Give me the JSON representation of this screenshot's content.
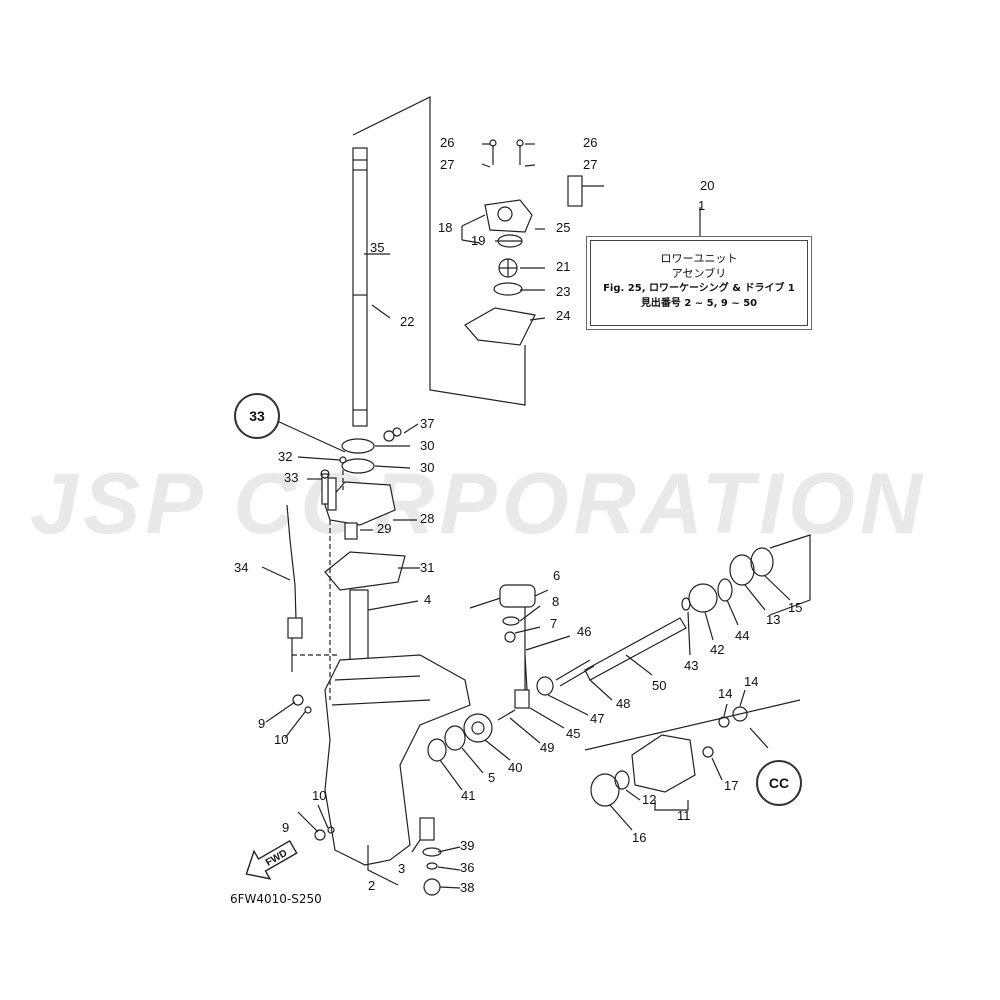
{
  "watermark": "JSP CORPORATION",
  "legend": {
    "ref": "1",
    "line1": "ロワーユニット",
    "line2": "アセンブリ",
    "line3": "Fig. 25, ロワーケーシング & ドライブ 1",
    "line4": "見出番号 2 ~ 5, 9 ~ 50"
  },
  "diagram_code": "6FW4010-S250",
  "fwd_label": "FWD",
  "badge_upper": "33",
  "badge_lower": "CC",
  "callouts": [
    "1",
    "2",
    "3",
    "4",
    "5",
    "6",
    "7",
    "8",
    "9",
    "9",
    "10",
    "10",
    "11",
    "12",
    "13",
    "14",
    "14",
    "15",
    "16",
    "17",
    "18",
    "19",
    "20",
    "21",
    "22",
    "23",
    "24",
    "25",
    "26",
    "26",
    "27",
    "27",
    "28",
    "29",
    "30",
    "30",
    "31",
    "32",
    "33",
    "34",
    "35",
    "36",
    "37",
    "38",
    "39",
    "40",
    "41",
    "42",
    "43",
    "44",
    "45",
    "46",
    "47",
    "48",
    "49",
    "50"
  ],
  "colors": {
    "ink": "#222222",
    "watermark": "#e9e9e9"
  }
}
